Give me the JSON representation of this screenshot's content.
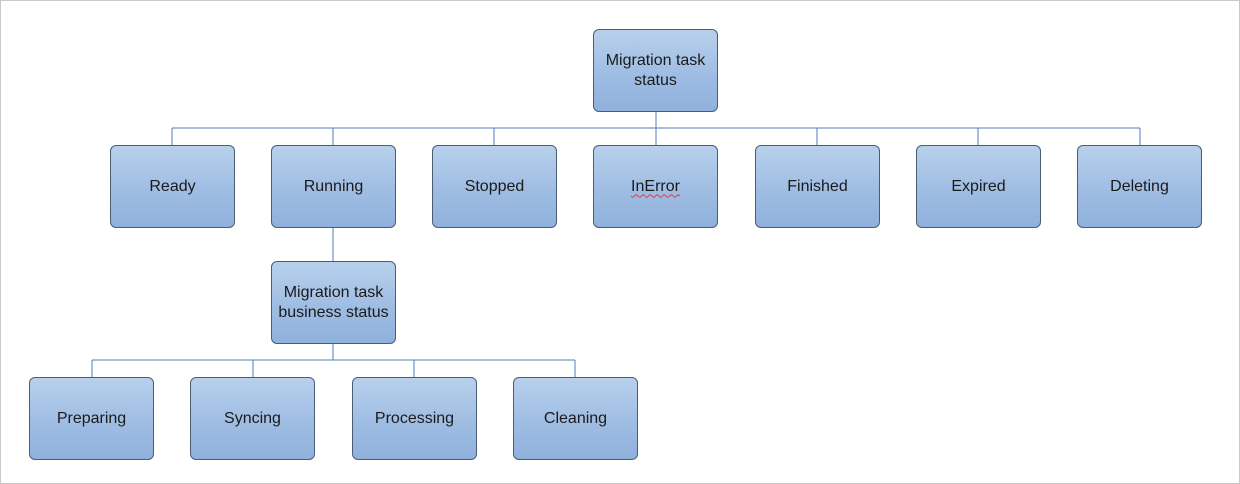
{
  "diagram": {
    "root": {
      "label": "Migration task status"
    },
    "statuses": [
      {
        "label": "Ready"
      },
      {
        "label": "Running"
      },
      {
        "label": "Stopped"
      },
      {
        "label": "InError"
      },
      {
        "label": "Finished"
      },
      {
        "label": "Expired"
      },
      {
        "label": "Deleting"
      }
    ],
    "business_root": {
      "label": "Migration task business status"
    },
    "business_statuses": [
      {
        "label": "Preparing"
      },
      {
        "label": "Syncing"
      },
      {
        "label": "Processing"
      },
      {
        "label": "Cleaning"
      }
    ],
    "colors": {
      "node_fill": "#9fbde3",
      "node_border": "#4a5d73",
      "connector": "#4f7fb8"
    }
  }
}
